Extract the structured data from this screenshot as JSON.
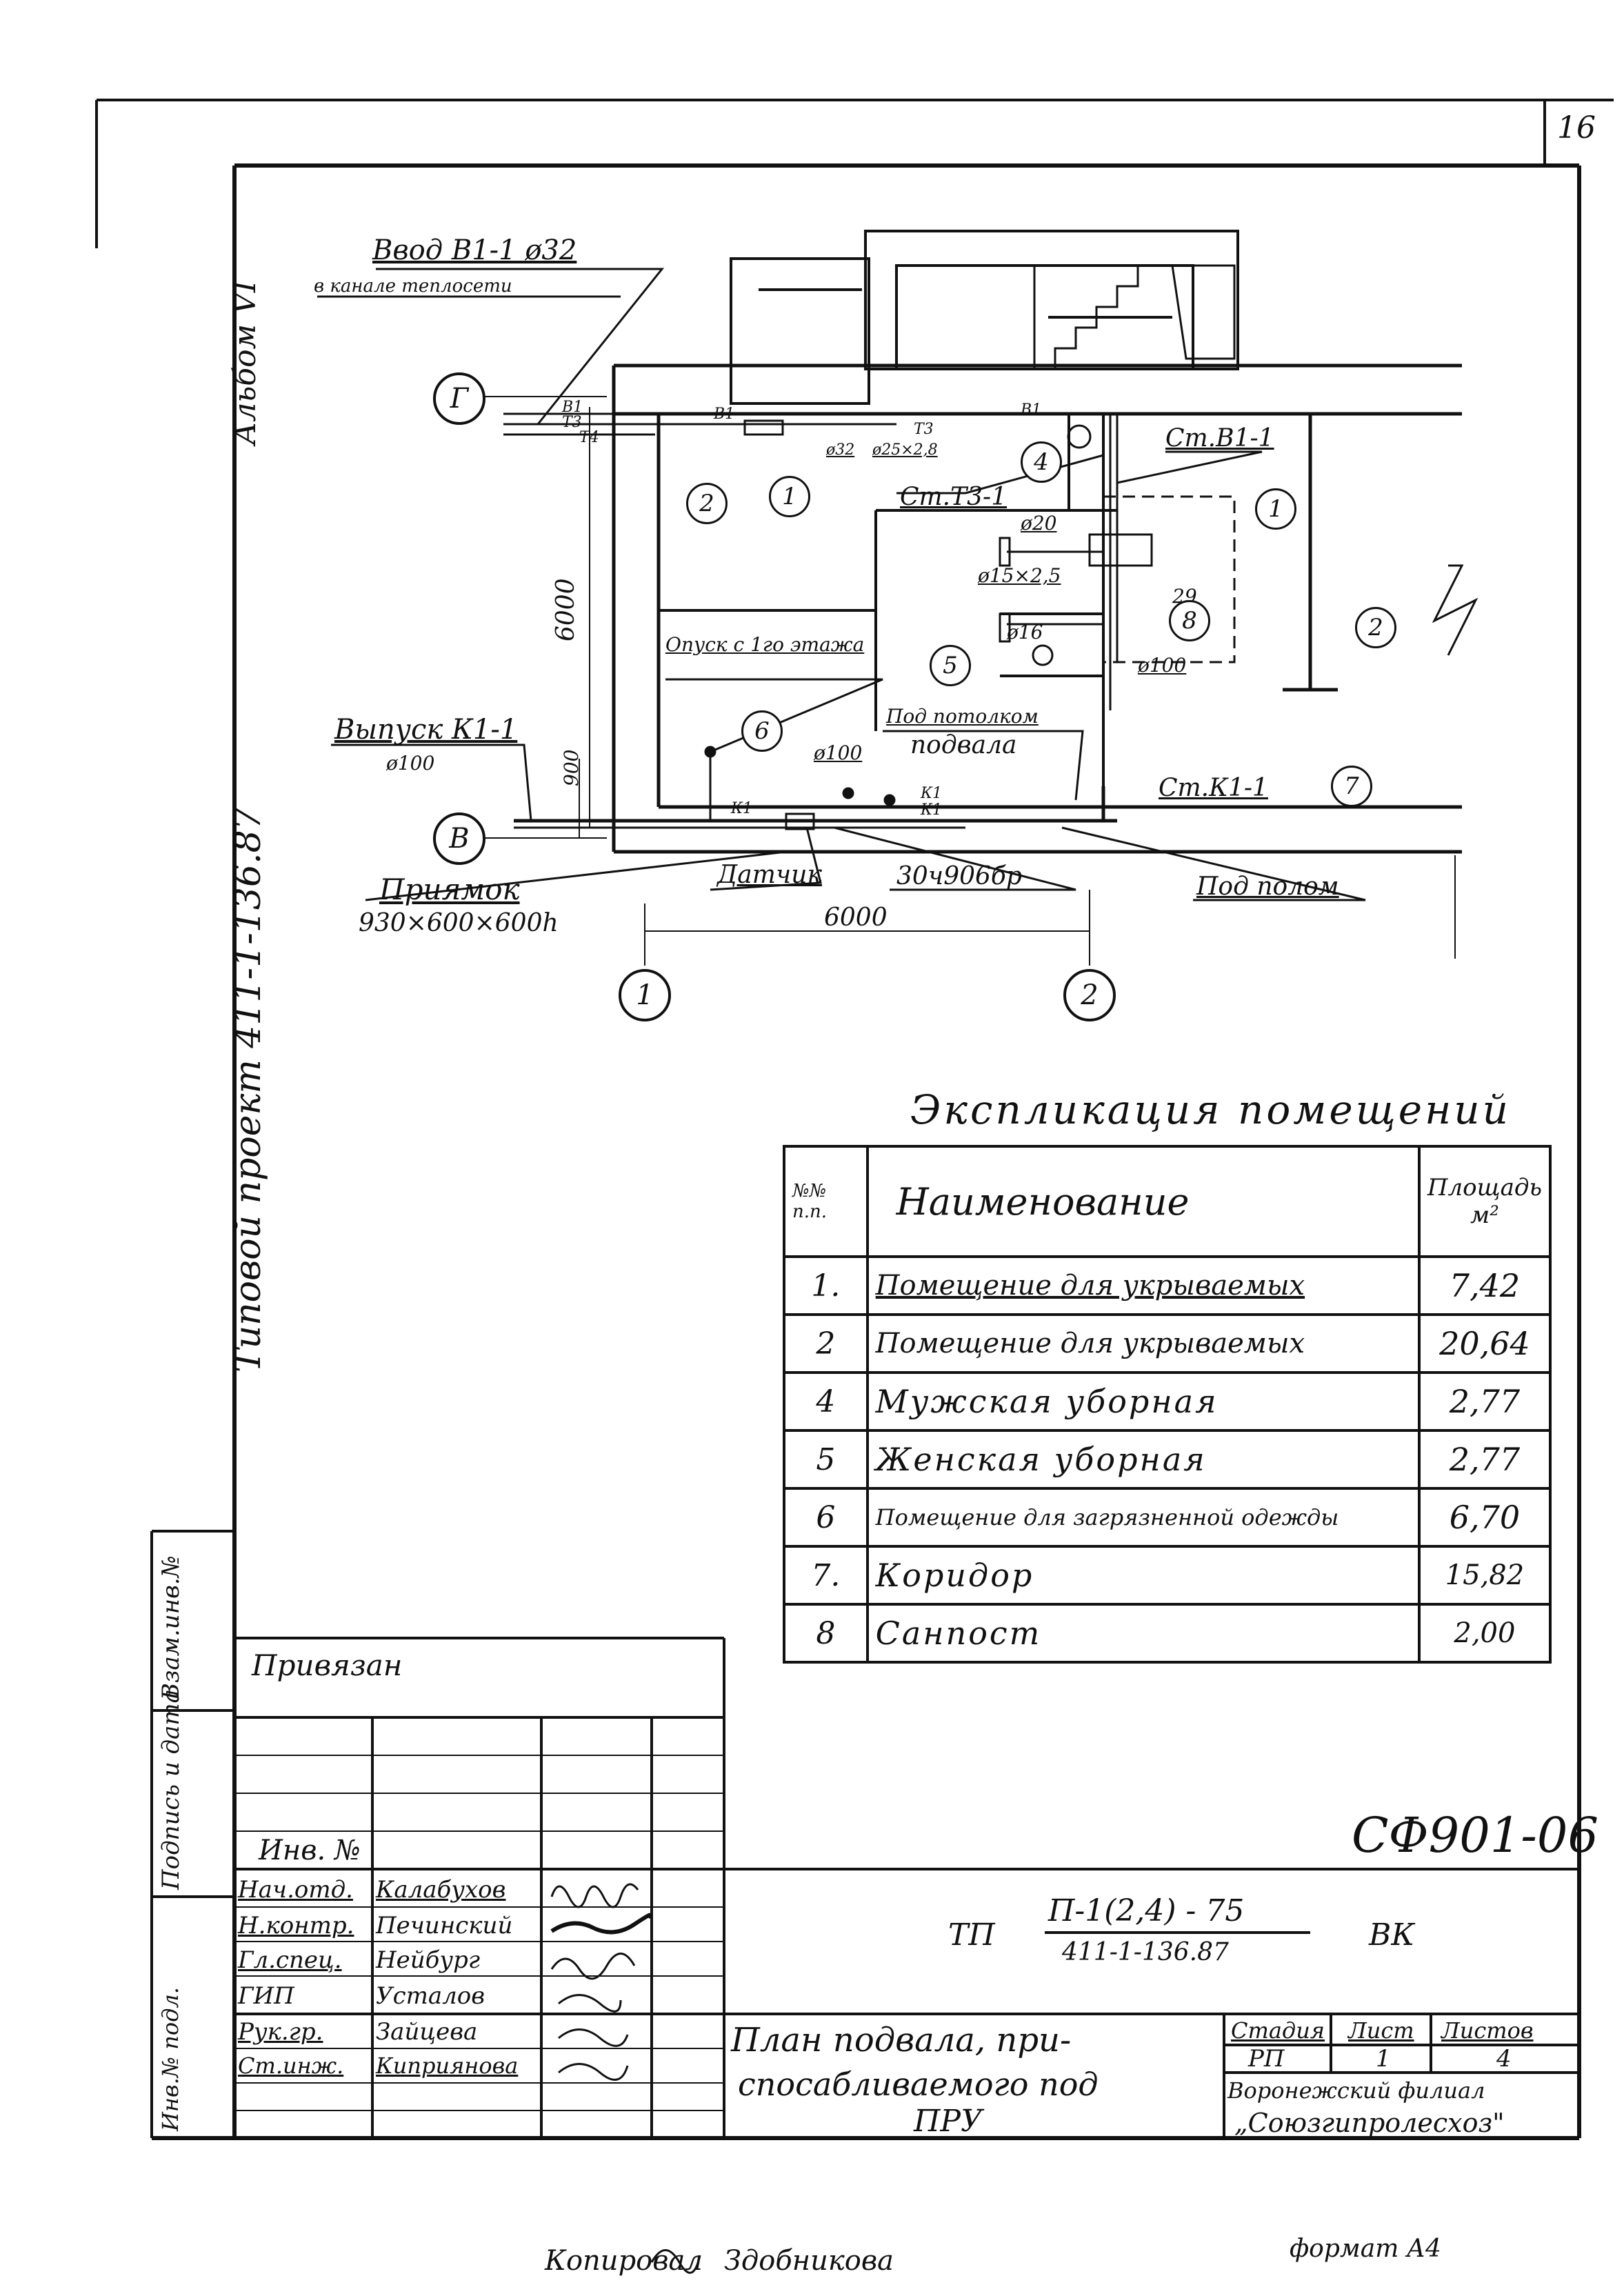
{
  "sheet_number": "16",
  "album": "Альбом VI",
  "project_side": "Типовой проект 411-1-136.87",
  "plan": {
    "vvod_title": "Ввод В1-1 ø32",
    "vvod_sub": "в канале теплосети",
    "axis_g": "Г",
    "axis_v": "В",
    "axis_1": "1",
    "axis_2": "2",
    "pipe_b1": "В1",
    "pipe_t3": "Т3",
    "pipe_t4": "Т4",
    "pipe_b1_right": "В1",
    "pipe_t3_right": "Т3",
    "dia_32": "ø32",
    "dia_25x28": "ø25×2,8",
    "st_b1": "Ст.В1-1",
    "st_t3": "Ст.Т3-1",
    "dia_20": "ø20",
    "dia_15x25": "ø15×2,5",
    "dia_16": "ø16",
    "dia_100_right": "ø100",
    "num_29": "29",
    "dim_6000_v": "6000",
    "dim_900": "900",
    "dim_6000_h": "6000",
    "opusk": "Опуск с 1го этажа",
    "pod_potolkom_1": "Под потолком",
    "pod_potolkom_2": "подвала",
    "vypusk": "Выпуск К1-1",
    "vypusk_dia": "ø100",
    "dia_100_low": "ø100",
    "k1_a": "К1",
    "k1_b": "К1",
    "k1_c": "К1",
    "st_k1": "Ст.К1-1",
    "datchik": "Датчик",
    "code_30ch": "30ч906бр",
    "pod_polom": "Под полом",
    "priyamok": "Приямок",
    "priyamok_size": "930×600×600h",
    "marks": [
      "1",
      "2",
      "4",
      "8",
      "1",
      "2",
      "5",
      "6",
      "7"
    ]
  },
  "explication": {
    "title": "Экспликация помещений",
    "headers": {
      "num": "№№ п.п.",
      "name": "Наименование",
      "area": "Площадь м²"
    },
    "rows": [
      {
        "num": "1.",
        "name": "Помещение для укрываемых",
        "area": "7,42"
      },
      {
        "num": "2",
        "name": "Помещение для укрываемых",
        "area": "20,64"
      },
      {
        "num": "4",
        "name": "Мужская уборная",
        "area": "2,77"
      },
      {
        "num": "5",
        "name": "Женская уборная",
        "area": "2,77"
      },
      {
        "num": "6",
        "name": "Помещение для загрязненной одежды",
        "area": "6,70"
      },
      {
        "num": "7.",
        "name": "Коридор",
        "area": "15,82"
      },
      {
        "num": "8",
        "name": "Санпост",
        "area": "2,00"
      }
    ]
  },
  "side_stamp": {
    "vzam": "Взам.инв.№",
    "podpis": "Подпись и дата",
    "inv": "Инв.№ подл."
  },
  "title_block": {
    "privyazan": "Привязан",
    "inv_no": "Инв. №",
    "doc_code": "СФ901-06",
    "tp_prefix": "ТП",
    "tp_top": "П-1(2,4) - 75",
    "tp_bottom": "411-1-136.87",
    "tp_suffix": "ВК",
    "staff": [
      {
        "role": "Нач.отд.",
        "name": "Калабухов"
      },
      {
        "role": "Н.контр.",
        "name": "Печинский"
      },
      {
        "role": "Гл.спец.",
        "name": "Нейбург"
      },
      {
        "role": "ГИП",
        "name": "Усталов"
      },
      {
        "role": "Рук.гр.",
        "name": "Зайцева"
      },
      {
        "role": "Ст.инж.",
        "name": "Киприянова"
      }
    ],
    "drawing_title": "План подвала, приспосабливаемого под ПРУ",
    "drawing_title_l1": "План подвала, при-",
    "drawing_title_l2": "спосабливаемого под",
    "drawing_title_l3": "ПРУ",
    "stage_label": "Стадия",
    "sheet_label": "Лист",
    "sheets_label": "Листов",
    "stage": "РП",
    "sheet": "1",
    "sheets": "4",
    "org_l1": "Воронежский филиал",
    "org_l2": "„Союзгипролесхоз\""
  },
  "footer": {
    "copied": "Копировал",
    "copied_name": "Здобникова",
    "format": "формат А4"
  }
}
